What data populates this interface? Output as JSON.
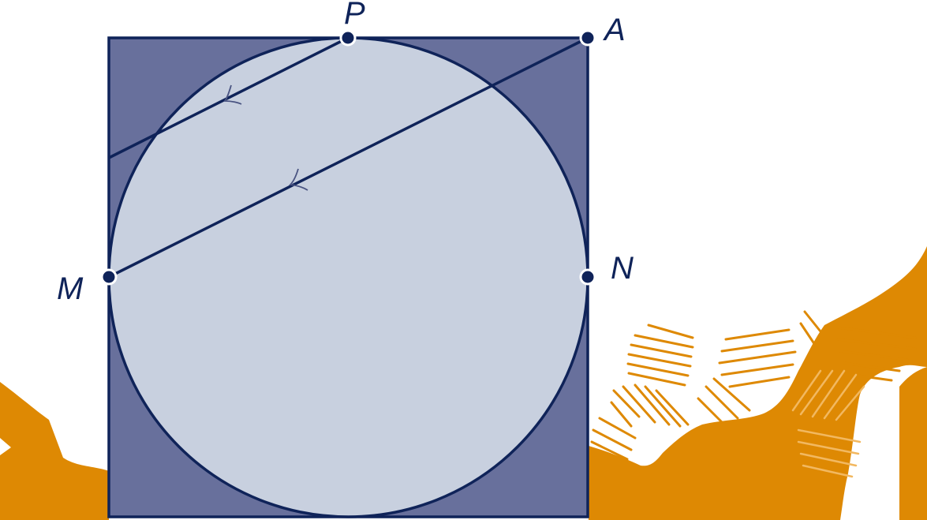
{
  "diagram": {
    "points": [
      {
        "id": "P",
        "label": "P"
      },
      {
        "id": "A",
        "label": "A"
      },
      {
        "id": "M",
        "label": "M"
      },
      {
        "id": "N",
        "label": "N"
      }
    ]
  },
  "colors": {
    "square_fill": "#68709c",
    "circle_fill": "#c8d0df",
    "stroke": "#0f2359",
    "terrain": "#de8903",
    "point_fill": "#0f2359",
    "background": "#ffffff"
  }
}
